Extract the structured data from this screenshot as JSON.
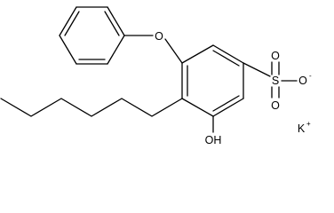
{
  "molecule": {
    "ether_oxygen": "O",
    "sulfonate_sulfur": "S",
    "sulfonate_oxygens": [
      "O",
      "O",
      "O"
    ],
    "sulfonate_charge": "-",
    "hydroxyl": "OH",
    "counterion": "K",
    "counterion_charge": "+"
  },
  "colors": {
    "bond": "#000000",
    "text": "#000000",
    "background": "#ffffff"
  }
}
